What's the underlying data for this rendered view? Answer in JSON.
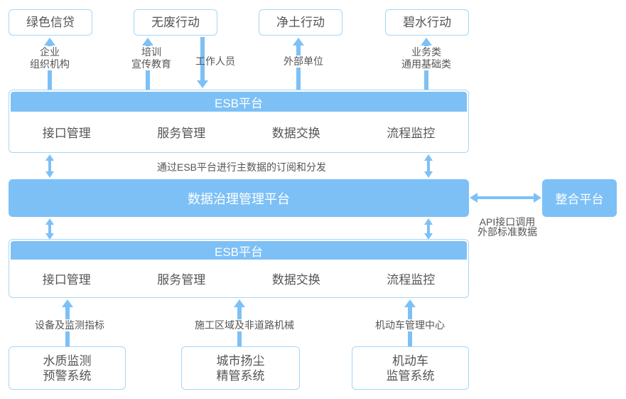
{
  "colors": {
    "accent_blue": "#7DC0F6",
    "box_border_blue": "#A6D6F5",
    "label_gray": "#555555",
    "bar_text_white": "#FFFFFF"
  },
  "top_boxes": [
    {
      "label": "绿色信贷"
    },
    {
      "label": "无废行动"
    },
    {
      "label": "净土行动"
    },
    {
      "label": "碧水行动"
    }
  ],
  "top_flow_labels": [
    {
      "lines": [
        "企业",
        "组织机构"
      ]
    },
    {
      "lines": [
        "培训",
        "宣传教育"
      ]
    },
    {
      "lines": [
        "工作人员"
      ]
    },
    {
      "lines": [
        "外部单位"
      ]
    },
    {
      "lines": [
        "业务类",
        "通用基础类"
      ]
    }
  ],
  "esb_top": {
    "title": "ESB平台",
    "items": [
      "接口管理",
      "服务管理",
      "数据交换",
      "流程监控"
    ]
  },
  "subscription_note": "通过ESB平台进行主数据的订阅和分发",
  "governance_platform": {
    "title": "数据治理管理平台"
  },
  "integration_platform": {
    "title": "整合平台",
    "api_note_lines": [
      "API接口调用",
      "外部标准数据"
    ]
  },
  "esb_bottom": {
    "title": "ESB平台",
    "items": [
      "接口管理",
      "服务管理",
      "数据交换",
      "流程监控"
    ]
  },
  "bottom_flow_labels": [
    {
      "label": "设备及监测指标"
    },
    {
      "label": "施工区域及非道路机械"
    },
    {
      "label": "机动车管理中心"
    }
  ],
  "bottom_boxes": [
    {
      "lines": [
        "水质监测",
        "预警系统"
      ]
    },
    {
      "lines": [
        "城市扬尘",
        "精管系统"
      ]
    },
    {
      "lines": [
        "机动车",
        "监管系统"
      ]
    }
  ]
}
